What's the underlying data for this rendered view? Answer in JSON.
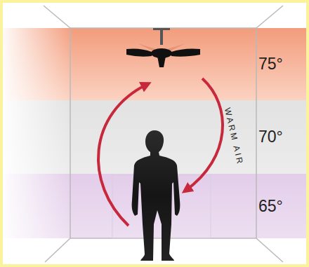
{
  "diagram": {
    "nodes": [
      {
        "text": [
          "75°"
        ]
      },
      {
        "text": [
          "70°"
        ]
      },
      {
        "text": [
          "65°"
        ]
      }
    ],
    "labels": [
      "WARM AIR"
    ]
  }
}
